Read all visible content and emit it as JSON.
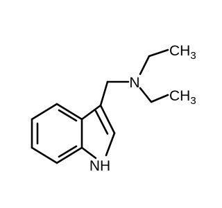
{
  "molecule": {
    "atom_labels": {
      "nitrogen_amine": "N",
      "nitrogen_indole": "NH",
      "methyl_top_c": "CH",
      "methyl_top_sub": "3",
      "methyl_bottom_c": "CH",
      "methyl_bottom_sub": "3"
    },
    "colors": {
      "bond": "#000000",
      "label": "#000000",
      "background": "#ffffff"
    }
  }
}
